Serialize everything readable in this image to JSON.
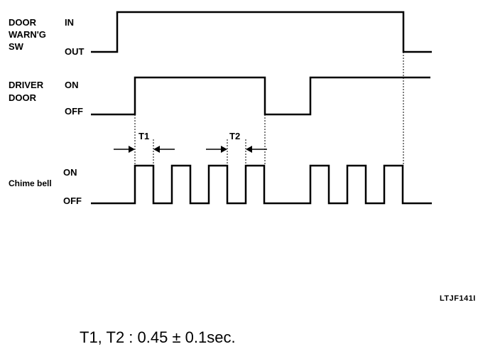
{
  "signals": {
    "door_warning_switch": {
      "name_lines": [
        "DOOR",
        "WARN'G",
        "SW"
      ],
      "high_label": "IN",
      "low_label": "OUT"
    },
    "driver_door": {
      "name_lines": [
        "DRIVER",
        "DOOR"
      ],
      "high_label": "ON",
      "low_label": "OFF"
    },
    "chime_bell": {
      "name_lines": [
        "Chime bell"
      ],
      "high_label": "ON",
      "low_label": "OFF"
    }
  },
  "timing_labels": {
    "t1": "T1",
    "t2": "T2"
  },
  "figure_code": "LTJF141I",
  "formula": "T1, T2 : 0.45 ± 0.1sec."
}
